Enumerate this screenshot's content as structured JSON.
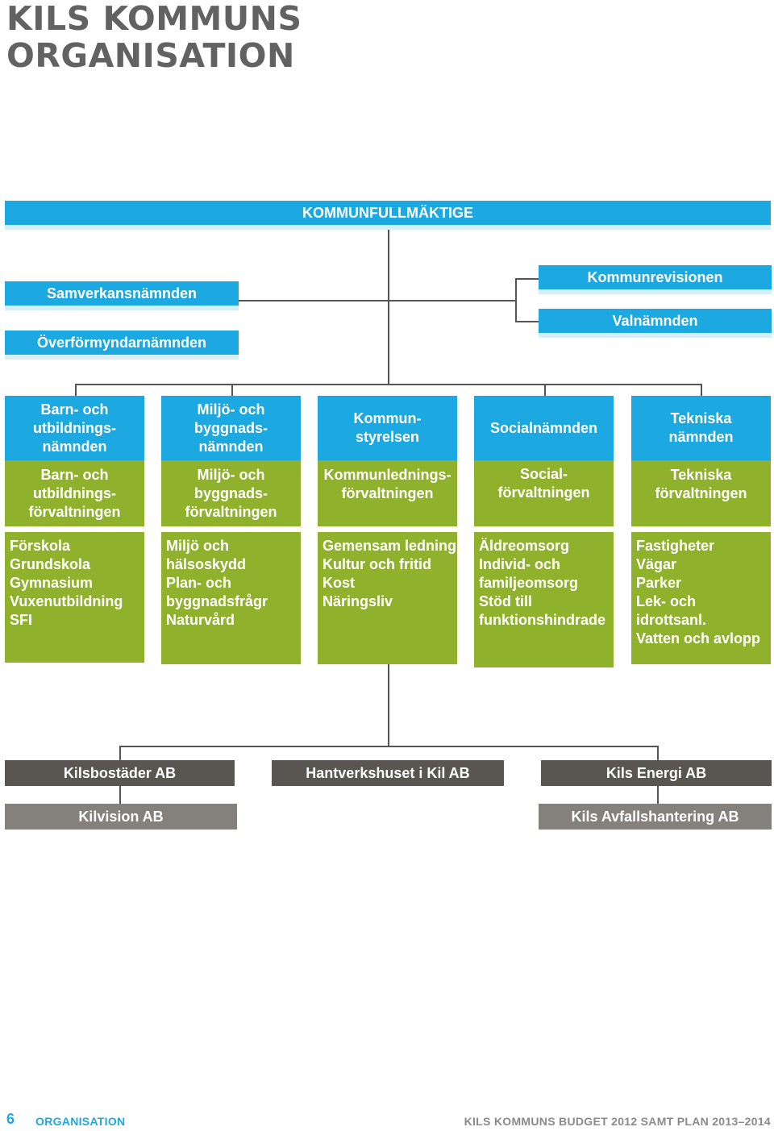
{
  "title": [
    "KILS KOMMUNS",
    "ORGANISATION"
  ],
  "top": "KOMMUNFULLMÄKTIGE",
  "left_boxes": [
    "Samverkansnämnden",
    "Överförmyndarnämnden"
  ],
  "right_boxes": [
    "Kommunrevisionen",
    "Valnämnden"
  ],
  "columns": [
    {
      "board": [
        "Barn- och",
        "utbildnings-",
        "nämnden"
      ],
      "admin": [
        "Barn- och",
        "utbildnings-",
        "förvaltningen"
      ],
      "units": [
        "Förskola",
        "Grundskola",
        "Gymnasium",
        "Vuxenutbildning",
        "SFI"
      ]
    },
    {
      "board": [
        "Miljö- och",
        "byggnads-",
        "nämnden"
      ],
      "admin": [
        "Miljö- och",
        "byggnads-",
        "förvaltningen"
      ],
      "units": [
        "Miljö och",
        "hälsoskydd",
        "Plan- och",
        "byggnadsfrågr",
        "Naturvård"
      ]
    },
    {
      "board": [
        "Kommun-",
        "styrelsen"
      ],
      "admin": [
        "Kommunlednings-",
        "förvaltningen"
      ],
      "units": [
        "Gemensam ledning",
        "Kultur och fritid",
        "Kost",
        "Näringsliv"
      ]
    },
    {
      "board": [
        "Socialnämnden"
      ],
      "admin": [
        "Social-",
        "förvaltningen"
      ],
      "units": [
        "Äldreomsorg",
        "Individ- och",
        "familjeomsorg",
        "Stöd till",
        "funktionshindrade"
      ]
    },
    {
      "board": [
        "Tekniska",
        "nämnden"
      ],
      "admin": [
        "Tekniska",
        "förvaltningen"
      ],
      "units": [
        "Fastigheter",
        "Vägar",
        "Parker",
        "Lek- och",
        "idrottsanl.",
        "Vatten och avlopp"
      ]
    }
  ],
  "companies_row1": [
    "Kilsbostäder AB",
    "Hantverkshuset i Kil AB",
    "Kils Energi AB"
  ],
  "companies_row2": [
    "Kilvision AB",
    "Kils Avfallshantering AB"
  ],
  "footer": {
    "page": "6",
    "section": "ORGANISATION",
    "doc": "KILS KOMMUNS BUDGET 2012 SAMT PLAN 2013–2014"
  },
  "colors": {
    "blue": "#1ca8e0",
    "green": "#8fb12b",
    "dark": "#595550",
    "grey": "#84807b"
  }
}
